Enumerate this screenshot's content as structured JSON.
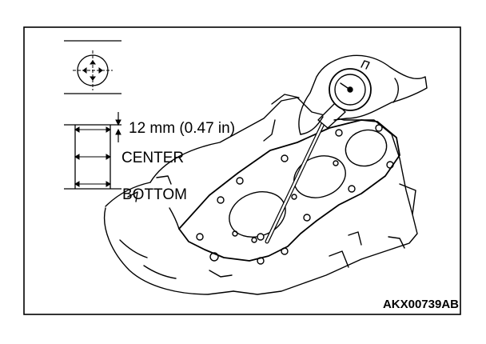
{
  "labels": {
    "measurement": "12 mm (0.47 in)",
    "center": "CENTER",
    "bottom": "BOTTOM",
    "figure_code": "AKX00739AB"
  },
  "colors": {
    "ink": "#000000",
    "paper": "#ffffff"
  }
}
